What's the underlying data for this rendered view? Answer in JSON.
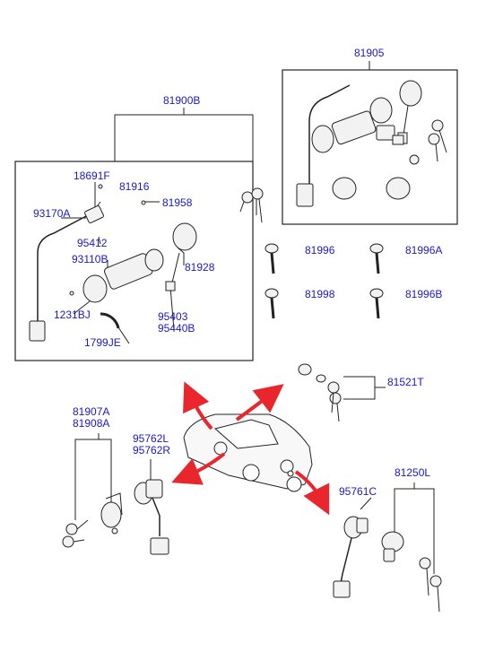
{
  "colors": {
    "part_number_text": "#1a18c8",
    "line": "#222222",
    "arrow": "#e8262c"
  },
  "parts": {
    "ignition_set": "81905",
    "lock_set": "81900B",
    "cable": "93170A",
    "ring_a": "18691F",
    "screw_a": "81916",
    "screw_b": "81958",
    "cable_holder": "95412",
    "body": "93110B",
    "lock_cylinder": "81928",
    "screw_c": "1231BJ",
    "clip": "1799JE",
    "wire_a": "95403",
    "wire_b": "95440B",
    "key_blank_a": "81996",
    "key_blank_b": "81996A",
    "key_blank_c": "81998",
    "key_blank_d": "81996B",
    "trunk_lock": "81521T",
    "door_lock_a": "81907A",
    "door_lock_b": "81908A",
    "door_switch_a": "95762L",
    "door_switch_b": "95762R",
    "trunk_switch": "95761C",
    "trunk_lock_set": "81250L"
  }
}
